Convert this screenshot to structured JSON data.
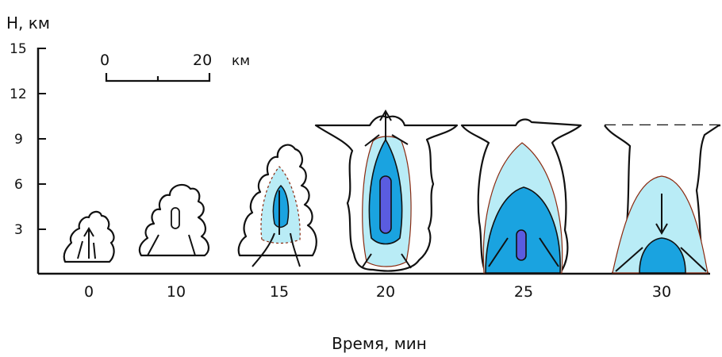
{
  "chart_data": {
    "type": "diagram",
    "y_axis": {
      "label": "H, км",
      "ticks": [
        3,
        6,
        9,
        12,
        15
      ],
      "range": [
        0,
        15
      ]
    },
    "x_axis": {
      "label": "Время, мин",
      "stages": [
        "0",
        "10",
        "15",
        "20",
        "25",
        "30"
      ]
    },
    "scale_bar": {
      "start_label": "0",
      "end_label": "20",
      "unit": "км"
    },
    "stage_cloud_tops_km": [
      3.8,
      6.0,
      8.8,
      10.5,
      10.2,
      10.0
    ],
    "colors": {
      "light": "#b9ecf6",
      "medium": "#1aa3e0",
      "dark": "#5a5ce0",
      "outline": "#111111"
    }
  }
}
